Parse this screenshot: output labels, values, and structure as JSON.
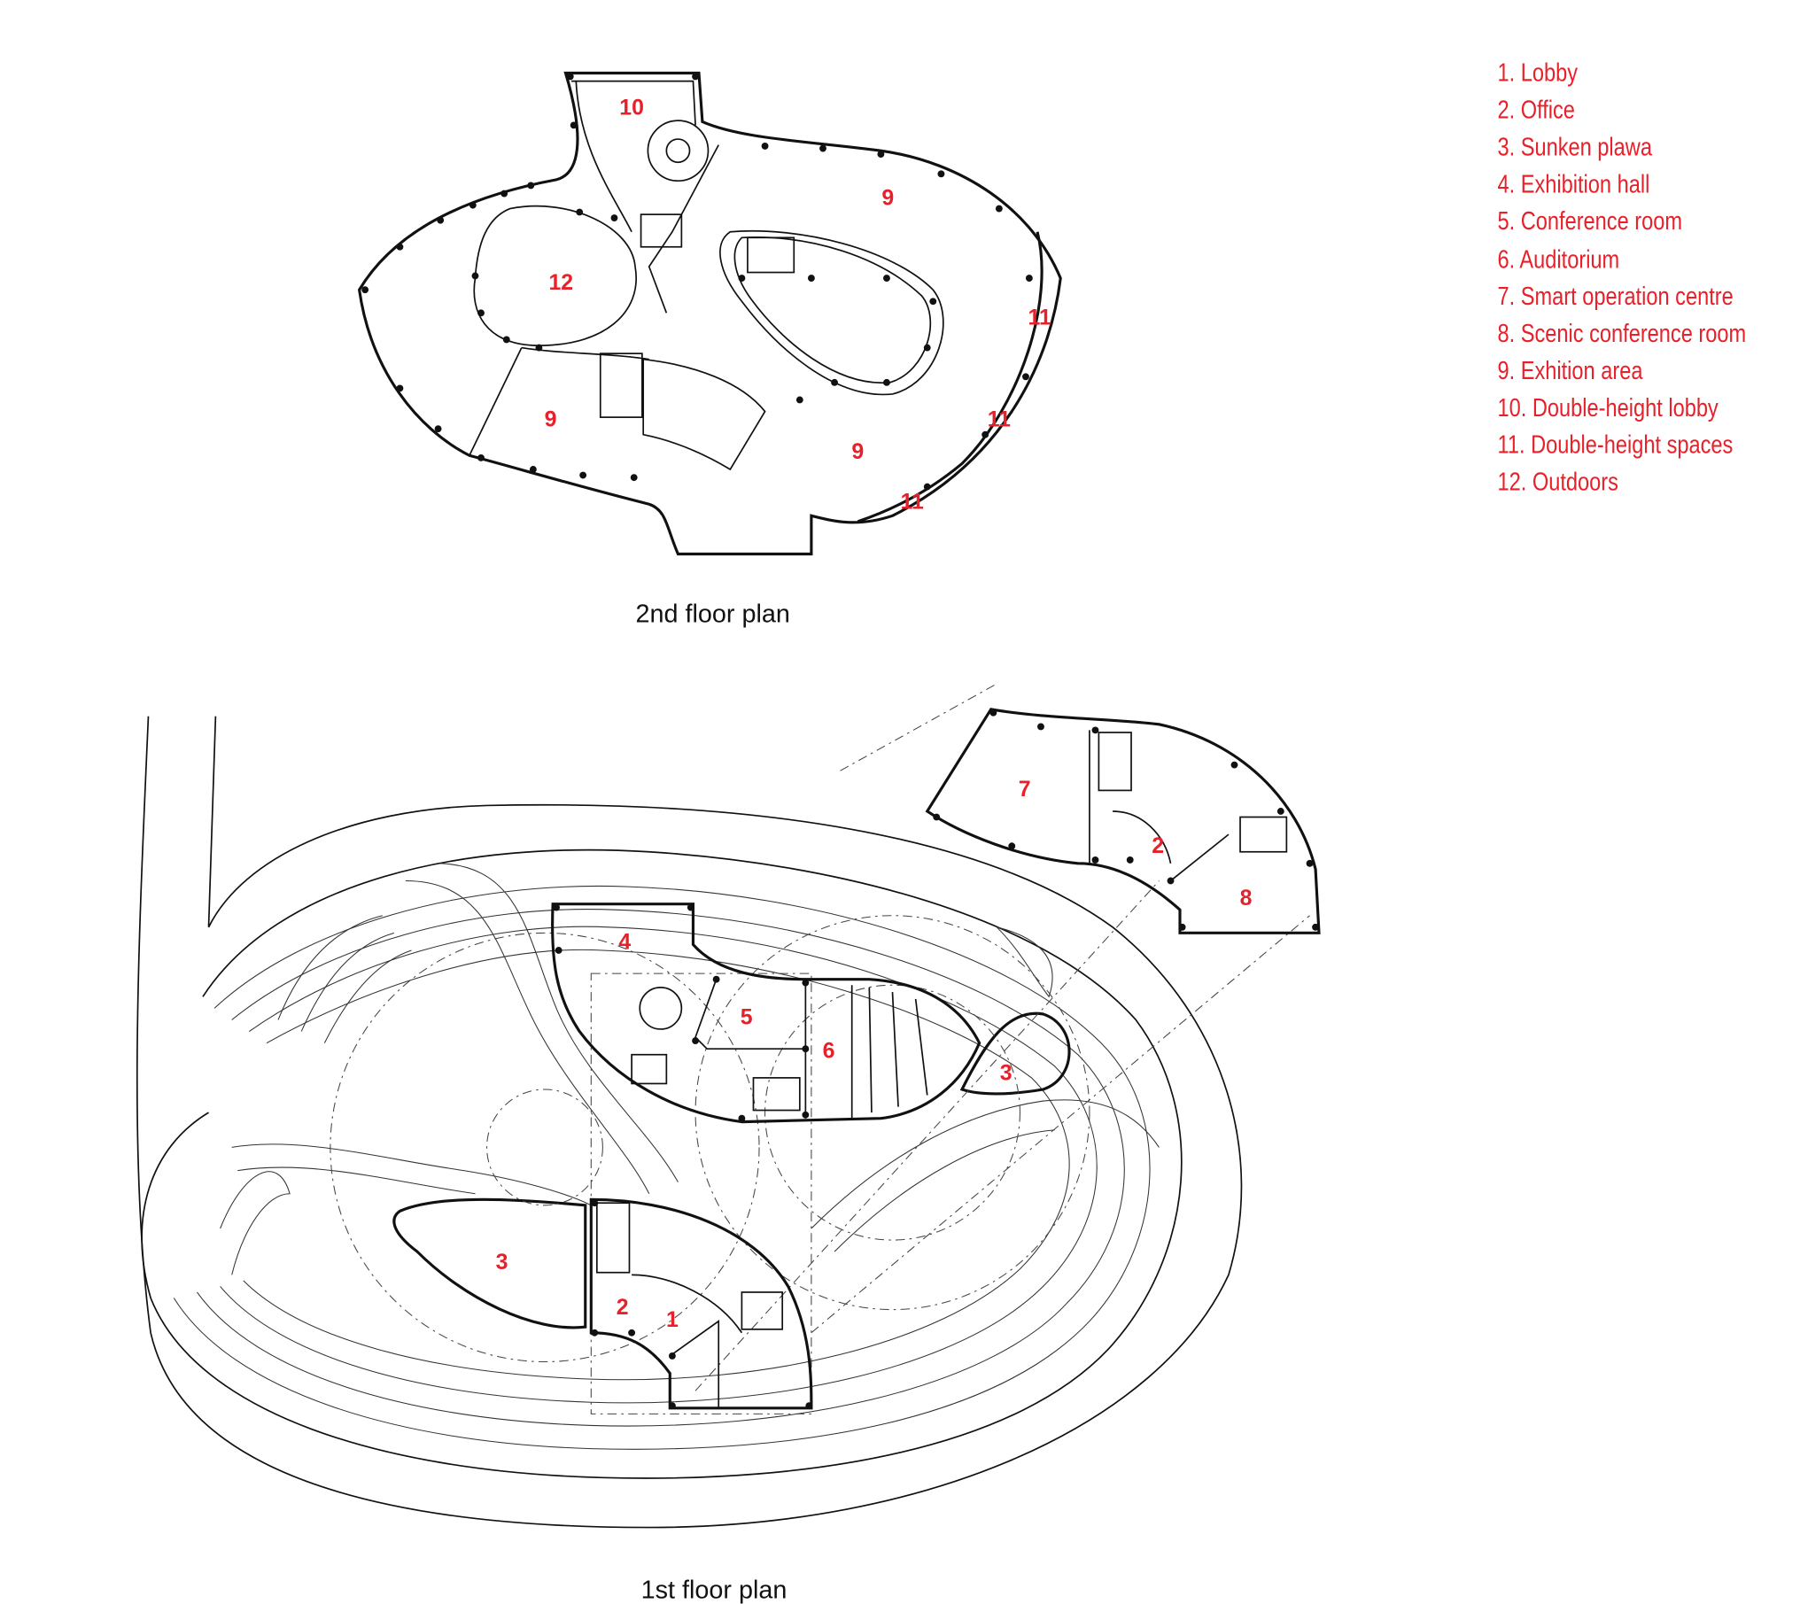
{
  "legend": {
    "items": [
      "1. Lobby",
      "2. Office",
      "3. Sunken plawa",
      "4. Exhibition hall",
      "5. Conference room",
      "6. Auditorium",
      "7. Smart operation centre",
      "8. Scenic conference room",
      "9. Exhition area",
      "10. Double-height lobby",
      "11. Double-height spaces",
      "12. Outdoors"
    ],
    "color": "#e8202a"
  },
  "second_floor": {
    "caption": "2nd floor plan",
    "labels": [
      "10",
      "9",
      "12",
      "11",
      "11",
      "11",
      "9",
      "9"
    ]
  },
  "first_floor": {
    "caption": "1st floor plan",
    "labels": [
      "7",
      "2",
      "8",
      "4",
      "5",
      "6",
      "3",
      "3",
      "2",
      "1"
    ]
  }
}
